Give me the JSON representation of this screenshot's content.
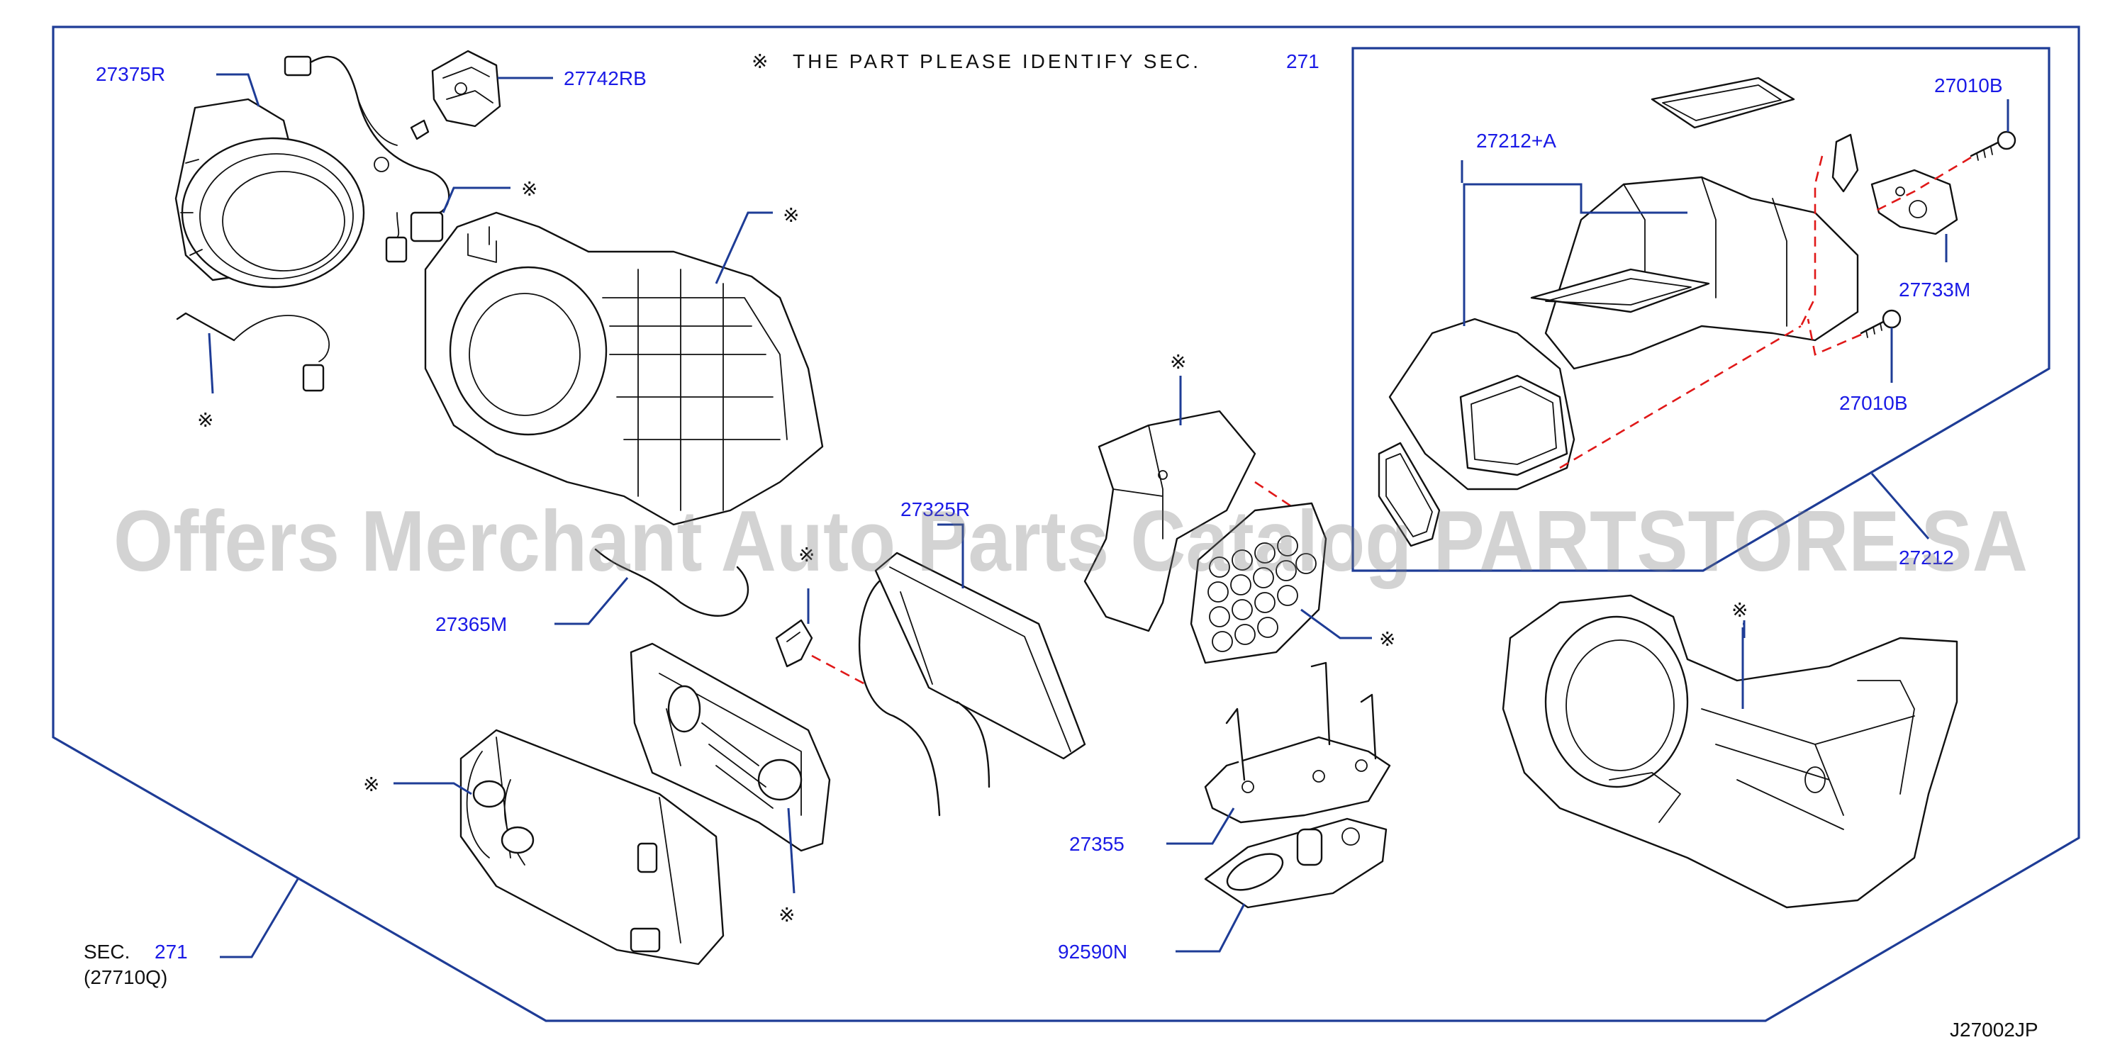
{
  "notice": {
    "mark": "※",
    "text": "THE  PART  PLEASE  IDENTIFY  SEC.",
    "sec_number": "271"
  },
  "callouts": {
    "p27375R": "27375R",
    "p27742RB": "27742RB",
    "p27212A": "27212+A",
    "p27010B_top": "27010B",
    "p27733M": "27733M",
    "p27010B_bottom": "27010B",
    "p27212": "27212",
    "p27325R": "27325R",
    "p27365M": "27365M",
    "p27355": "27355",
    "p92590N": "92590N"
  },
  "sec_ref": {
    "prefix": "SEC.",
    "number": "271",
    "sub": "(27710Q)"
  },
  "ref_marks": {
    "mark": "※"
  },
  "diagram_code": "J27002JP",
  "watermark": "Offers Merchant Auto Parts Catalog PARTSTORE.SA",
  "colors": {
    "callout": "#1a1ae6",
    "leader": "#1e3c96",
    "dashed_link": "#e01818",
    "linework": "#111111"
  }
}
